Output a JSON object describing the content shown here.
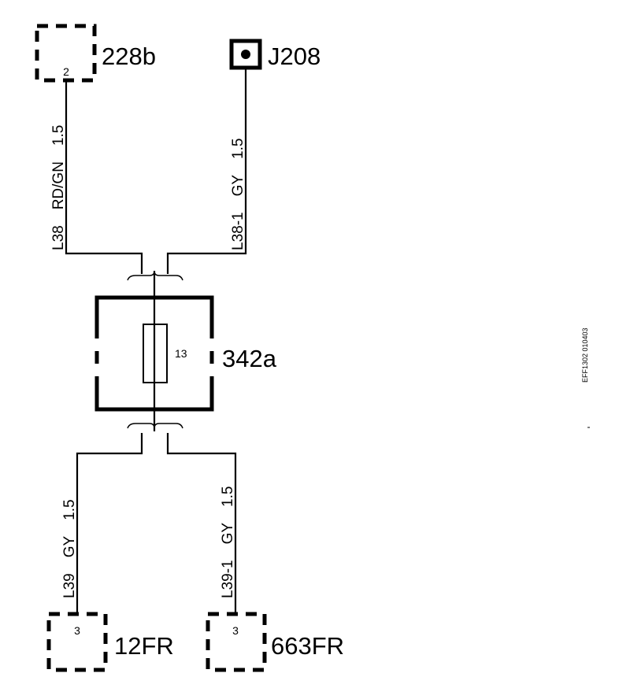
{
  "connectors": {
    "top_left": {
      "name": "228b",
      "pin": "2"
    },
    "top_right": {
      "name": "J208"
    },
    "bottom_left": {
      "name": "12FR",
      "pin": "3"
    },
    "bottom_right": {
      "name": "663FR",
      "pin": "3"
    }
  },
  "fuse_box": {
    "name": "342a",
    "fuse_number": "13"
  },
  "wires": {
    "top_left": {
      "size": "1.5",
      "color": "RD/GN",
      "id": "L38"
    },
    "top_right": {
      "size": "1.5",
      "color": "GY",
      "id": "L38-1"
    },
    "bottom_left": {
      "size": "1.5",
      "color": "GY",
      "id": "L39"
    },
    "bottom_right": {
      "size": "1.5",
      "color": "GY",
      "id": "L39-1"
    }
  },
  "reference": "EFF1302 010403"
}
